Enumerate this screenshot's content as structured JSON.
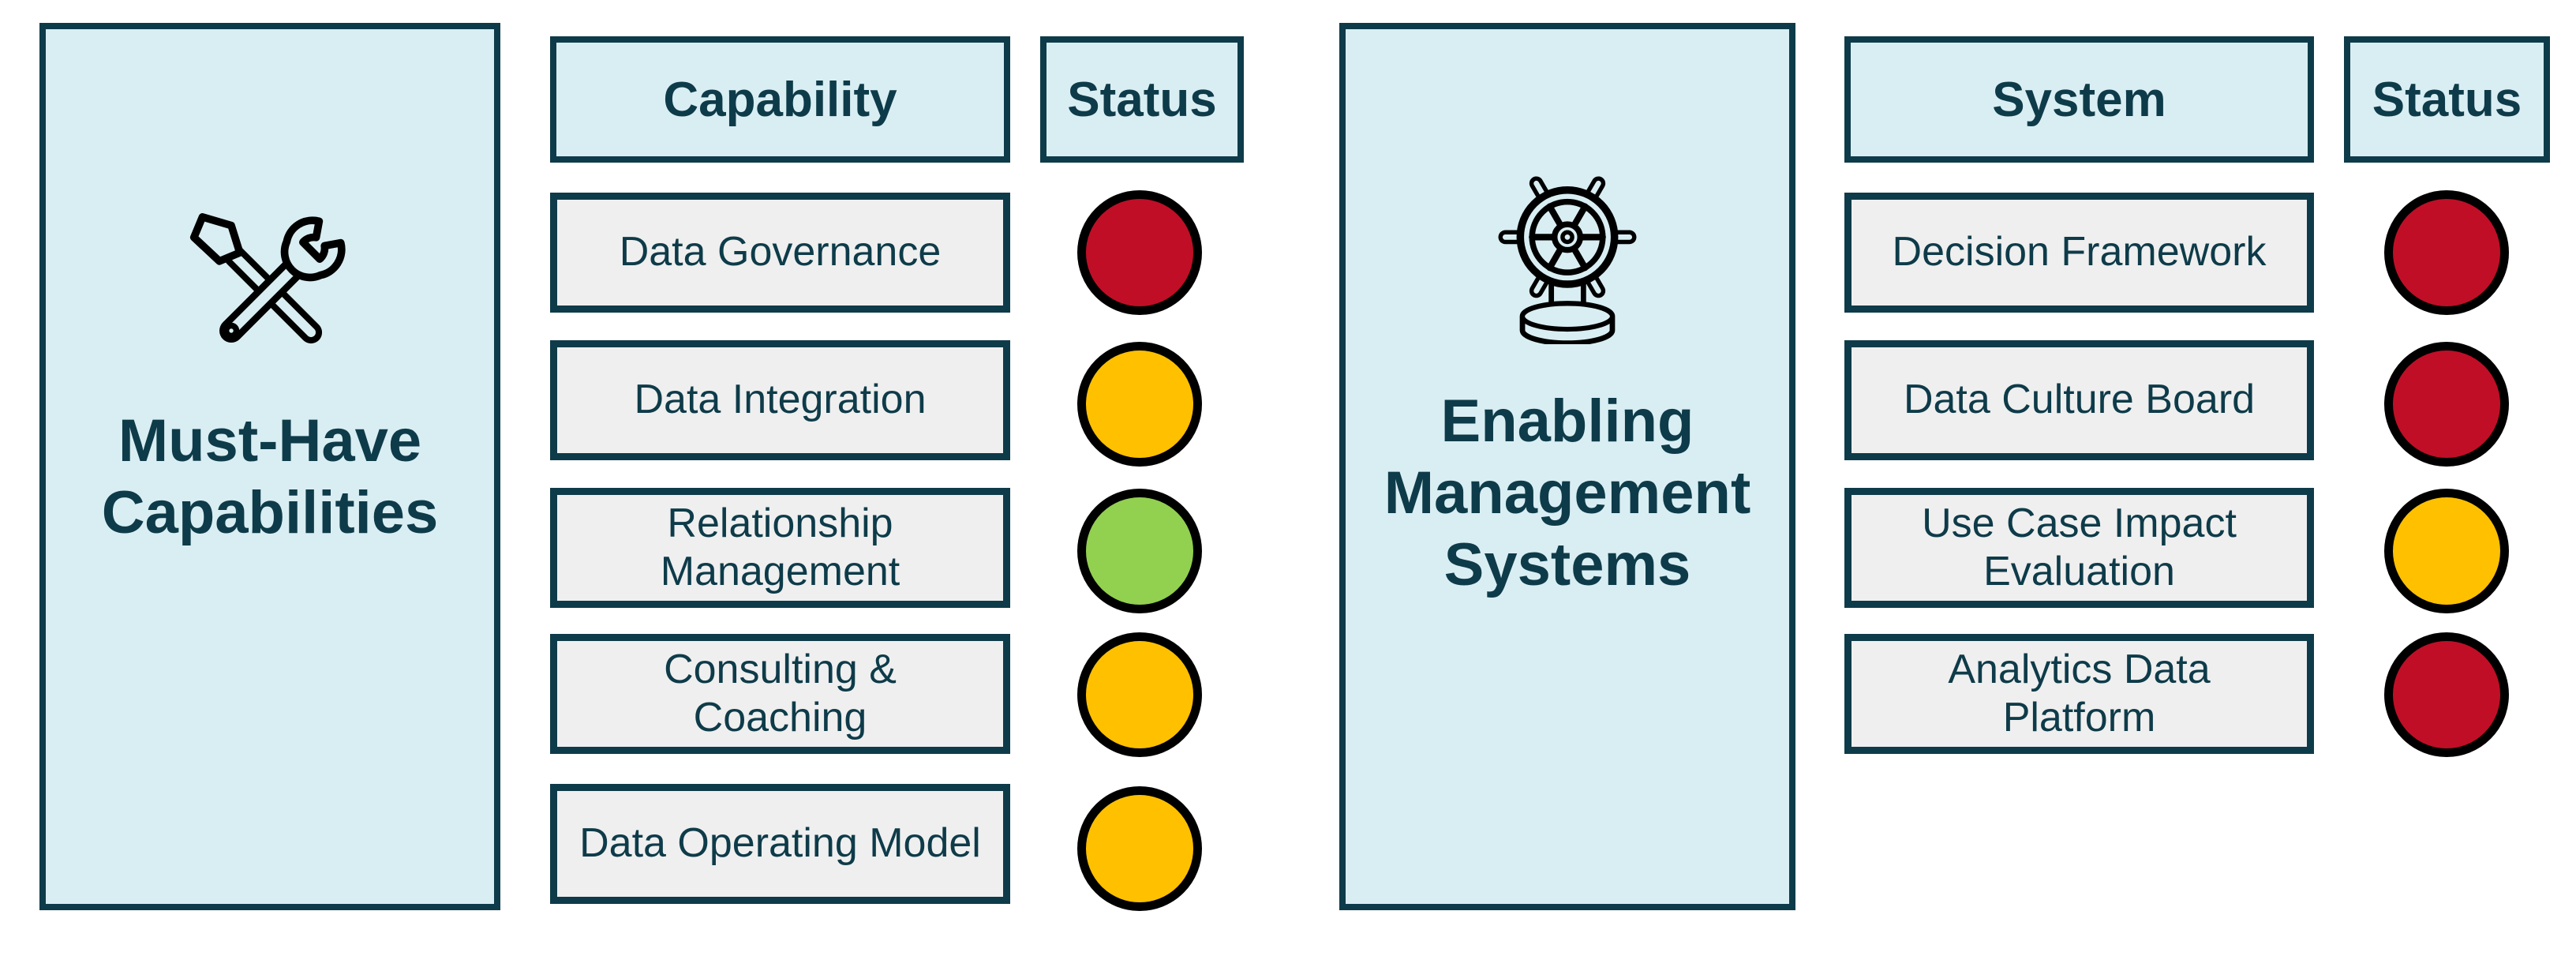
{
  "diagram": {
    "left_group": {
      "panel_title": "Must-Have\nCapabilities",
      "panel_icon": "tools-icon",
      "column_header": "Capability",
      "status_header": "Status",
      "items": [
        {
          "label": "Data Governance",
          "status": "red",
          "status_hex": "#C00E27"
        },
        {
          "label": "Data Integration",
          "status": "amber",
          "status_hex": "#FFC000"
        },
        {
          "label": "Relationship\nManagement",
          "status": "green",
          "status_hex": "#92D050"
        },
        {
          "label": "Consulting &\nCoaching",
          "status": "amber",
          "status_hex": "#FFC000"
        },
        {
          "label": "Data Operating Model",
          "status": "amber",
          "status_hex": "#FFC000"
        }
      ]
    },
    "right_group": {
      "panel_title": "Enabling\nManagement\nSystems",
      "panel_icon": "ship-wheel-icon",
      "column_header": "System",
      "status_header": "Status",
      "items": [
        {
          "label": "Decision Framework",
          "status": "red",
          "status_hex": "#C00E27"
        },
        {
          "label": "Data Culture Board",
          "status": "red",
          "status_hex": "#C00E27"
        },
        {
          "label": "Use Case Impact\nEvaluation",
          "status": "amber",
          "status_hex": "#FFC000"
        },
        {
          "label": "Analytics Data\nPlatform",
          "status": "red",
          "status_hex": "#C00E27"
        }
      ]
    },
    "colors": {
      "panel_fill": "#D9EEF3",
      "outline_teal": "#0E3B49",
      "item_fill": "#EFEFEF",
      "status_red": "#C00E27",
      "status_amber": "#FFC000",
      "status_green": "#92D050",
      "dot_stroke": "#000000"
    }
  }
}
